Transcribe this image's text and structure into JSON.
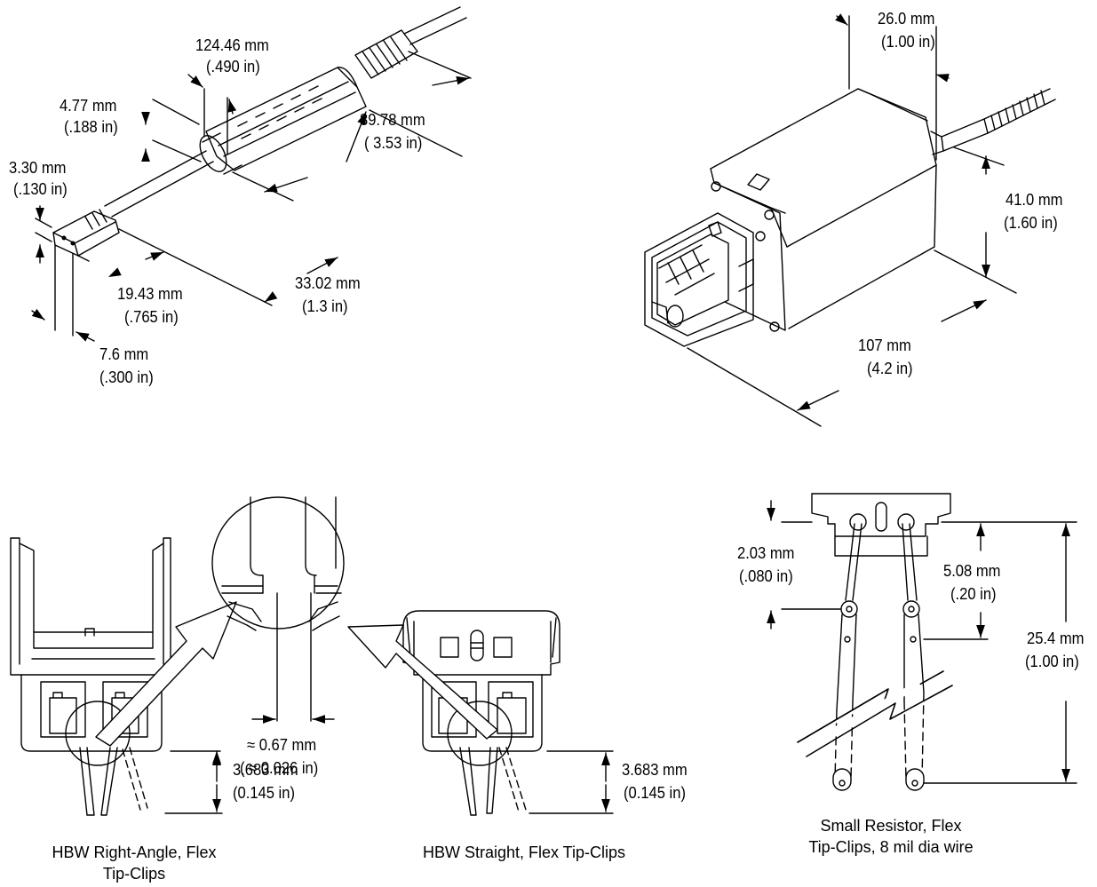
{
  "probe": {
    "dim_124": [
      "124.46 mm",
      "(.490 in)"
    ],
    "dim_477": [
      "4.77 mm",
      "(.188 in)"
    ],
    "dim_8978": [
      "89.78 mm",
      "( 3.53 in)"
    ],
    "dim_330": [
      "3.30 mm",
      "(.130 in)"
    ],
    "dim_3302": [
      "33.02 mm",
      "(1.3 in)"
    ],
    "dim_1943": [
      "19.43 mm",
      "(.765 in)"
    ],
    "dim_76": [
      "7.6 mm",
      "(.300 in)"
    ]
  },
  "module": {
    "dim_26": [
      "26.0 mm",
      "(1.00 in)"
    ],
    "dim_41": [
      "41.0 mm",
      "(1.60 in)"
    ],
    "dim_107": [
      "107 mm",
      "(4.2 in)"
    ]
  },
  "tips": {
    "pitch": [
      "≈ 0.67 mm",
      "( ≈ 0.026 in)"
    ],
    "dim_left": [
      "3.683 mm",
      "(0.145 in)"
    ],
    "dim_mid": [
      "3.683 mm",
      "(0.145 in)"
    ],
    "cap_left": [
      "HBW Right-Angle, Flex",
      "Tip-Clips"
    ],
    "cap_mid": "HBW Straight, Flex Tip-Clips"
  },
  "resistor": {
    "dim_203": [
      "2.03 mm",
      "(.080 in)"
    ],
    "dim_508": [
      "5.08 mm",
      "(.20 in)"
    ],
    "dim_254": [
      "25.4 mm",
      "(1.00 in)"
    ],
    "cap": [
      "Small Resistor, Flex",
      "Tip-Clips, 8 mil dia wire"
    ]
  }
}
